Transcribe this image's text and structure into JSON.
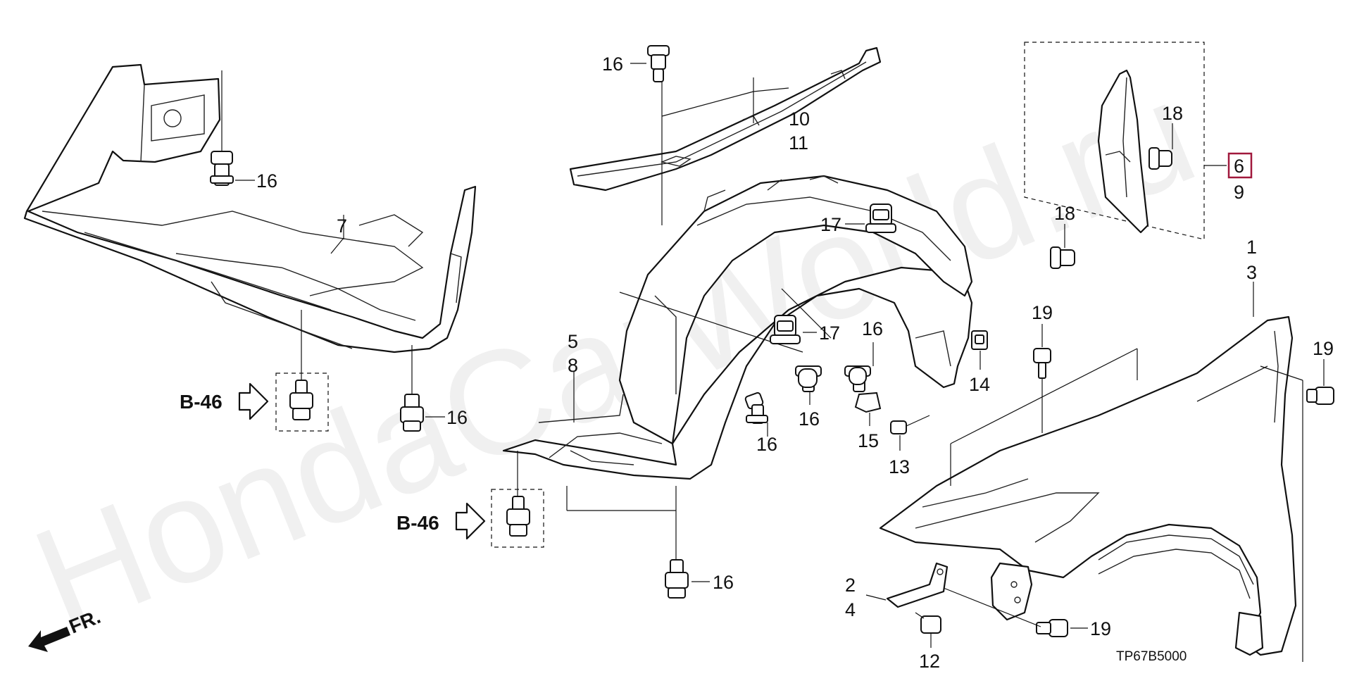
{
  "watermark": "HondaCarWorld.ru",
  "diagram_code": "TP67B5000",
  "direction_marker": "FR.",
  "reference_left": "B-46",
  "reference_center": "B-46",
  "highlight_color": "#a0183c",
  "labels": {
    "c16_top": "16",
    "c16_left": "16",
    "c16_left_bottom": "16",
    "c16_center_a": "16",
    "c16_center_b": "16",
    "c16_center_c": "16",
    "c16_center_bottom": "16",
    "p7": "7",
    "p10": "10",
    "p11": "11",
    "p5": "5",
    "p8": "8",
    "c17_a": "17",
    "c17_b": "17",
    "p14": "14",
    "p15": "15",
    "p13": "13",
    "c18_a": "18",
    "c18_b": "18",
    "p6": "6",
    "p9": "9",
    "p1": "1",
    "p3": "3",
    "c19_a": "19",
    "c19_b": "19",
    "c19_c": "19",
    "p2": "2",
    "p4": "4",
    "p12": "12"
  }
}
